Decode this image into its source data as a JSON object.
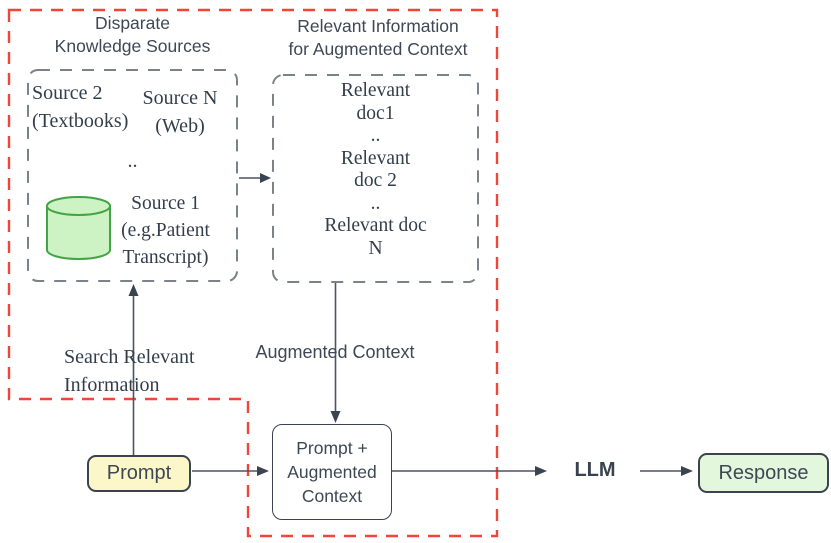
{
  "diagram": {
    "type": "rag-architecture-flow",
    "colors": {
      "dark_text": "#3a4450",
      "serif_text": "#333e4b",
      "gray_dash_border": "#7b8289",
      "red_dash_border": "#f2453a",
      "arrow_line": "#4a5462",
      "cylinder_fill": "#cdf3c5",
      "cylinder_stroke": "#44a344",
      "prompt_fill": "#fbf7c8",
      "prompt_ac_fill": "#ffffff",
      "response_fill": "#e3f7dd"
    },
    "titles": {
      "knowledge_sources": "Disparate\nKnowledge Sources",
      "relevant_info": "Relevant Information\nfor Augmented Context"
    },
    "sources_box": {
      "source2": "Source 2\n(Textbooks)",
      "sourceN": "Source N\n(Web)",
      "dots": "..",
      "database_icon": "database-cylinder-icon",
      "source1": "Source 1\n(e.g.Patient\nTranscript)"
    },
    "relevant_box": {
      "lines": "Relevant\ndoc1\n..\nRelevant\ndoc 2\n..\nRelevant doc\nN"
    },
    "labels": {
      "search": "Search Relevant\nInformation",
      "augmented_context": "Augmented Context",
      "llm": "LLM"
    },
    "nodes": {
      "prompt": "Prompt",
      "prompt_augmented": "Prompt +\nAugmented\nContext",
      "response": "Response"
    }
  }
}
